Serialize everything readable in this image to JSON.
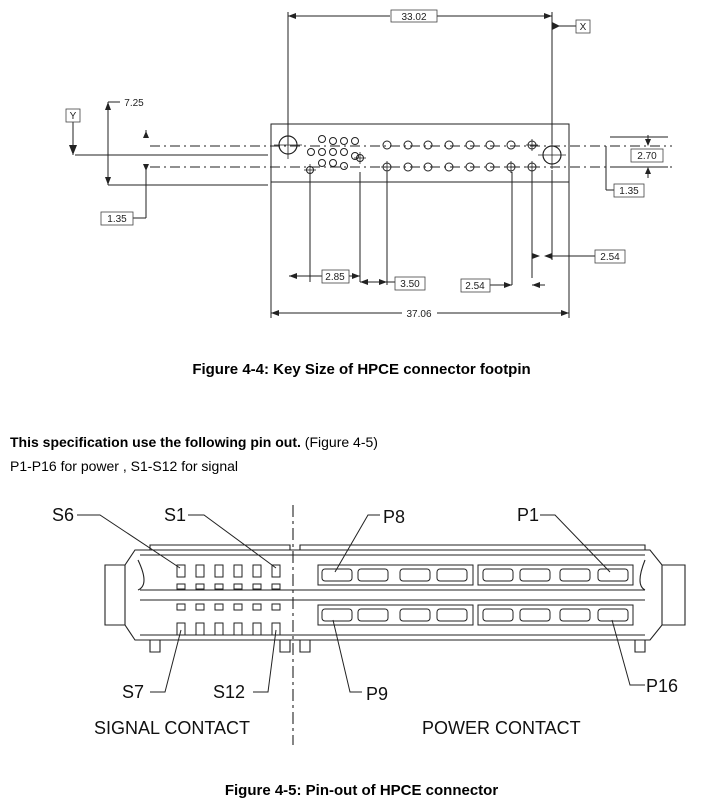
{
  "figure1": {
    "caption": "Figure 4-4: Key Size of HPCE connector footpin",
    "dims": {
      "overall_top": "33.02",
      "overall_bottom": "37.06",
      "datum_x": "X",
      "datum_y": "Y",
      "vertical_left": "7.25",
      "offset_left": "1.35",
      "row_pitch": "2.70",
      "offset_right": "1.35",
      "pitch_right": "2.54",
      "pitch_a": "2.85",
      "pitch_b": "3.50",
      "pitch_c": "2.54"
    }
  },
  "intro": {
    "bold": "This specification use the following pin out.",
    "ref": " (Figure 4-5)",
    "line2": "P1-P16 for power , S1-S12 for signal"
  },
  "figure2": {
    "caption": "Figure 4-5: Pin-out of HPCE connector",
    "callouts": {
      "s6": "S6",
      "s1": "S1",
      "p8": "P8",
      "p1": "P1",
      "s7": "S7",
      "s12": "S12",
      "p9": "P9",
      "p16": "P16"
    },
    "signal_label": "SIGNAL CONTACT",
    "power_label": "POWER CONTACT"
  }
}
